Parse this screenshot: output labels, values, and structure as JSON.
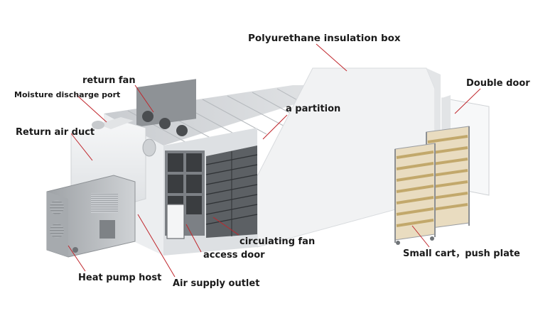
{
  "diagram": {
    "labels": {
      "insulation_box": "Polyurethane insulation box",
      "return_fan": "return fan",
      "moisture_port": "Moisture discharge port",
      "return_air_duct": "Return air duct",
      "partition": "a partition",
      "double_door": "Double door",
      "circulating_fan": "circulating fan",
      "access_door": "access door",
      "small_cart": "Small cart，push plate",
      "heat_pump_host": "Heat pump host",
      "air_supply_outlet": "Air supply outlet"
    },
    "colors": {
      "leader_line": "#c0262c",
      "label_text": "#1a1a1a",
      "box_wall": "#f2f3f4",
      "box_shadow": "#d9dcdf",
      "duct": "#e9ebed",
      "rack_frame": "#9a9da1",
      "tray_fill": "#d8c08c",
      "heat_pump_body": "#b9bcbf"
    }
  }
}
